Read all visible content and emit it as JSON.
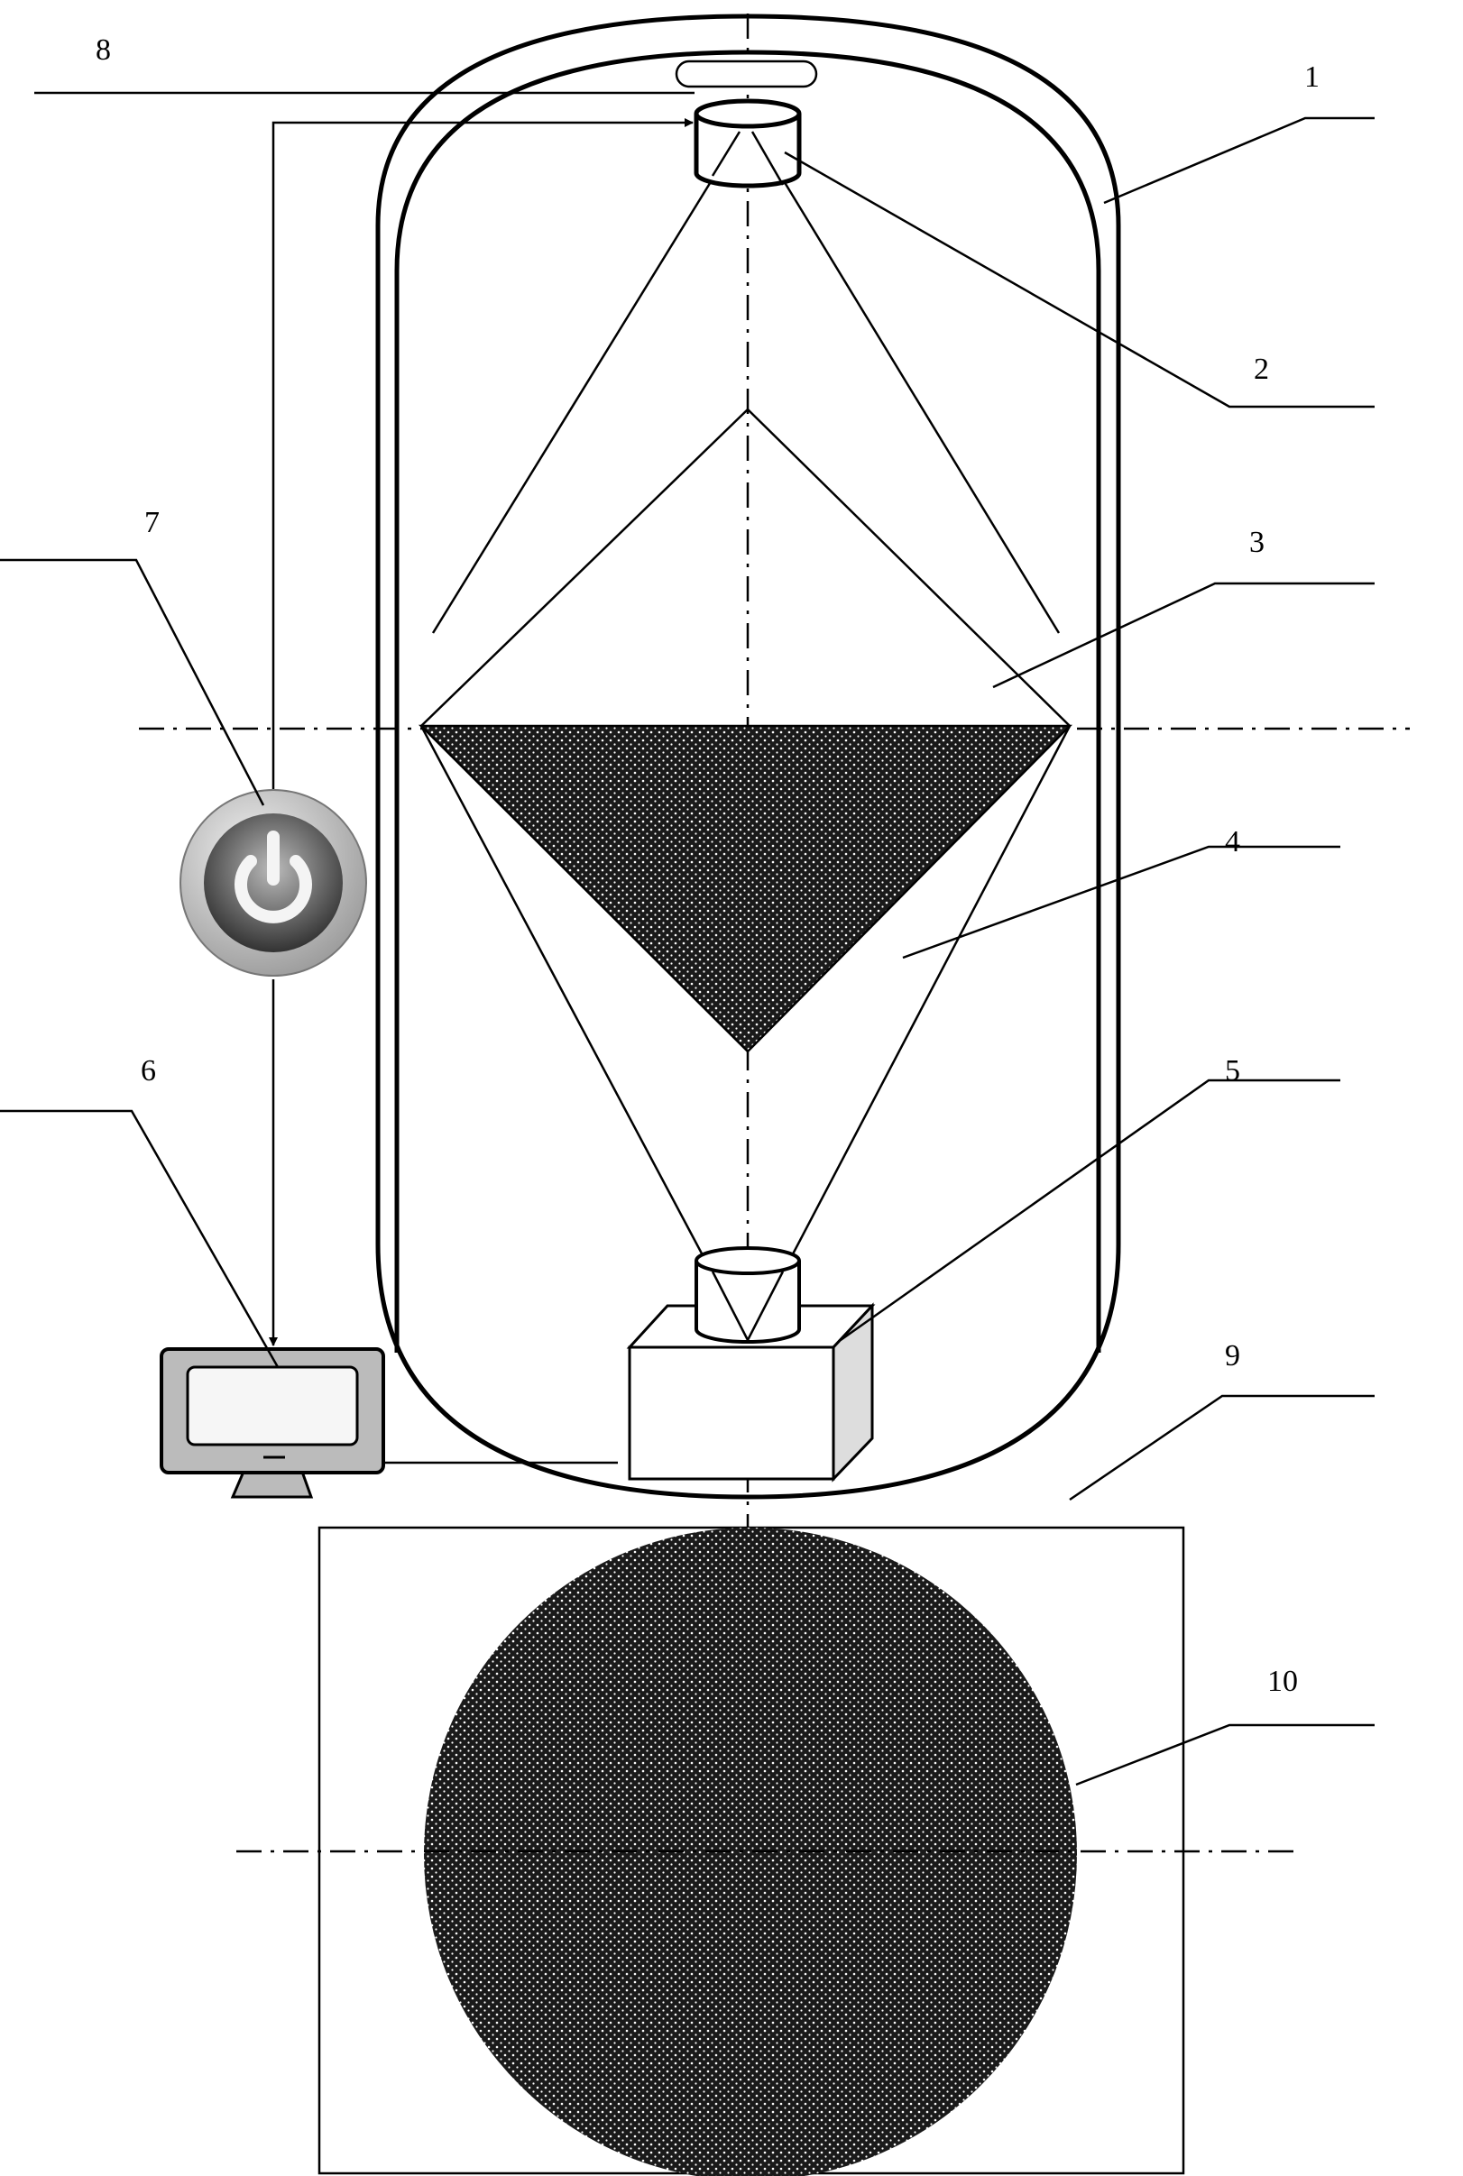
{
  "labels": {
    "l1": "1",
    "l2": "2",
    "l3": "3",
    "l4": "4",
    "l5": "5",
    "l6": "6",
    "l7": "7",
    "l8": "8",
    "l9": "9",
    "l10": "10"
  },
  "colors": {
    "line": "#000000",
    "fill_dark": "#1a1a1a",
    "device_gray": "#b8b8b8"
  },
  "icons": {
    "power": "power-button-icon",
    "monitor": "monitor-icon"
  }
}
